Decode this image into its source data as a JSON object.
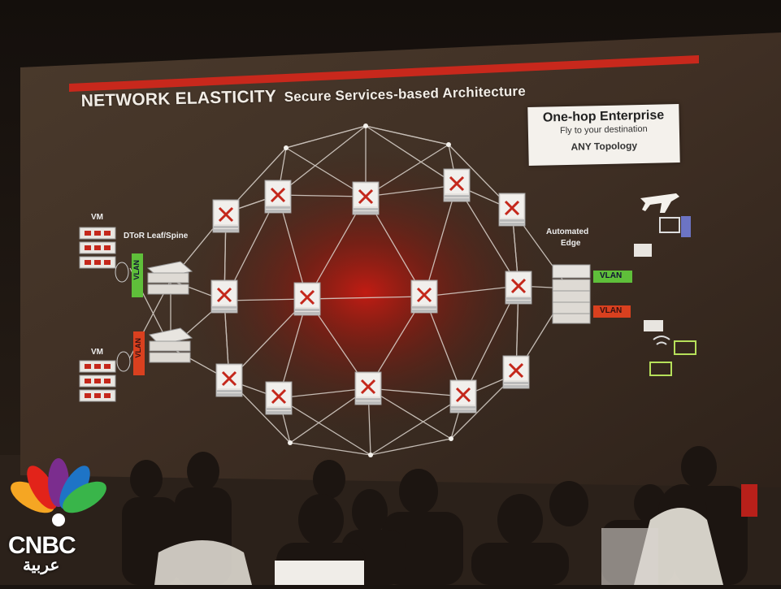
{
  "slide": {
    "title_main": "NETWORK ELASTICITY",
    "title_sub": "Secure Services-based Architecture",
    "box_line1": "One-hop Enterprise",
    "box_line2": "Fly to your destination",
    "box_line3": "ANY Topology",
    "vm_label": "VM",
    "dtor_label": "DToR Leaf/Spine",
    "edge_label_1": "Automated",
    "edge_label_2": "Edge",
    "vlan_label": "VLAN"
  },
  "logo": {
    "brand": "CNBC",
    "arabic": "عربية",
    "colors": [
      "#f5a623",
      "#e2231a",
      "#7b2d8e",
      "#1e74c6",
      "#39b54a",
      "#f7d117"
    ]
  },
  "colors": {
    "accent_red": "#d8281c",
    "vlan_green": "#5fbf3a",
    "vlan_red": "#d9401f"
  }
}
